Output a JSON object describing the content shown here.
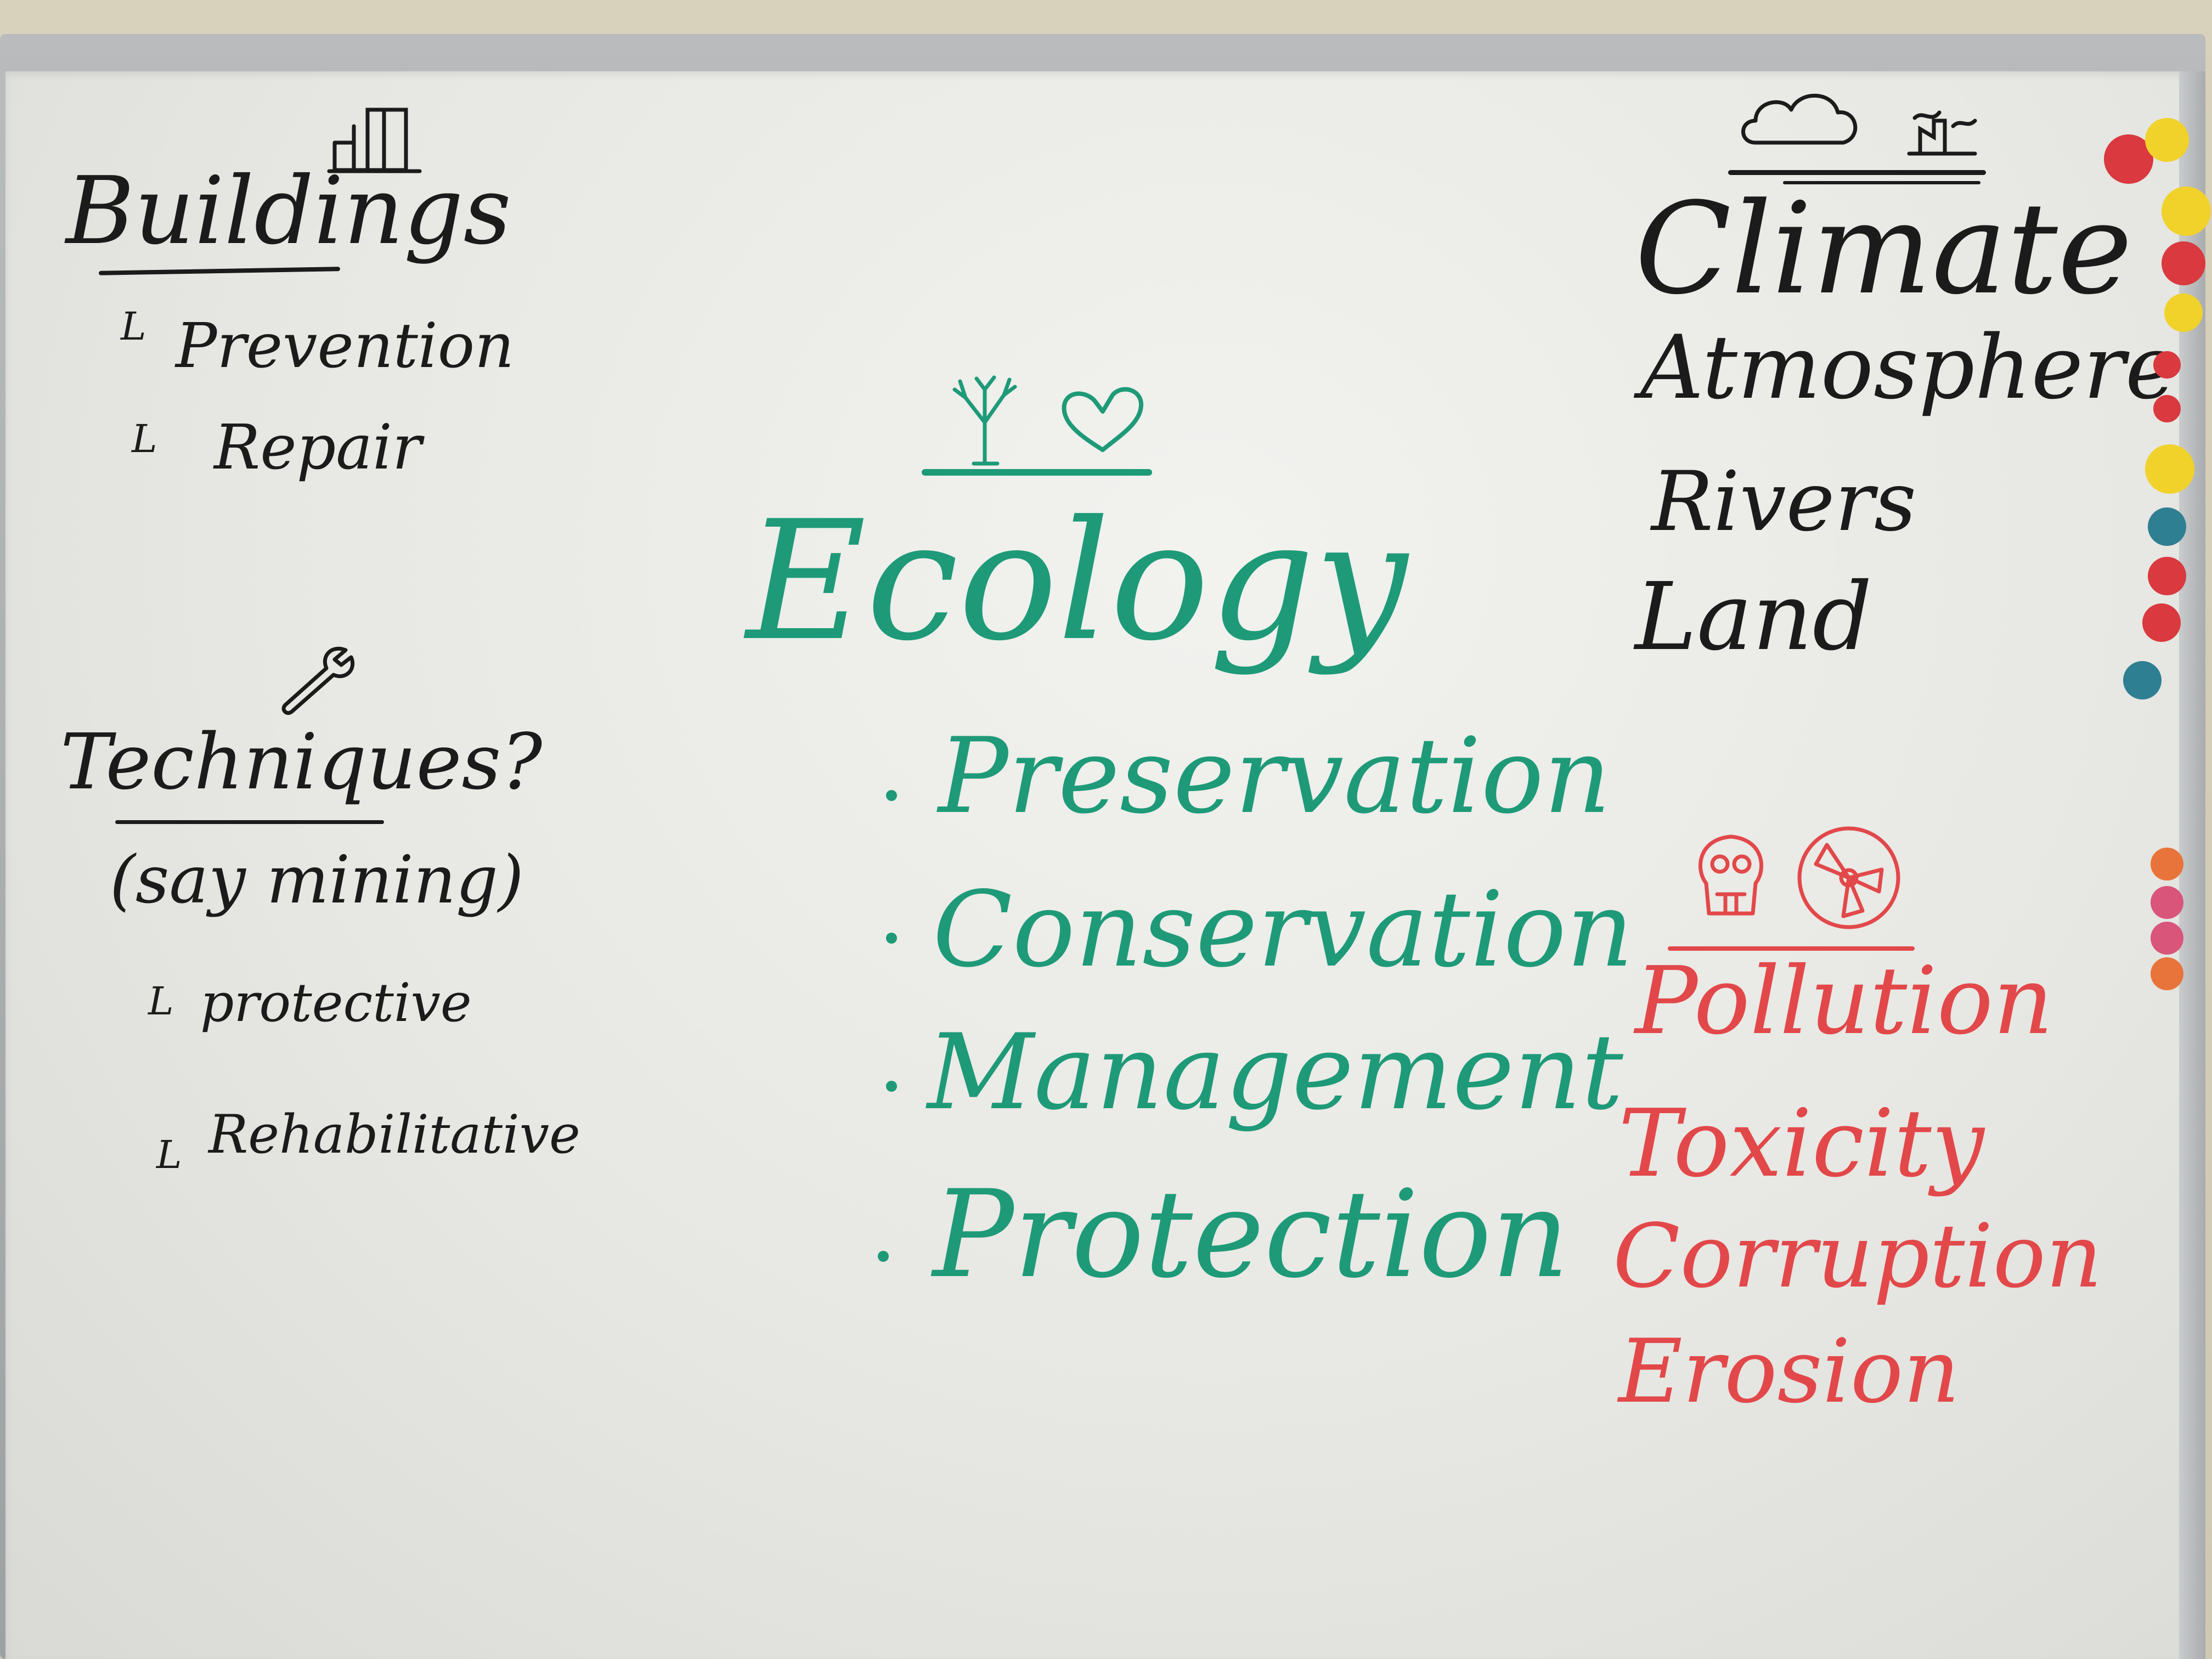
{
  "whiteboard": {
    "left": {
      "heading": "Buildings",
      "items": [
        "Prevention",
        "Repair"
      ],
      "question": "Techniques?",
      "note": "(say mining)",
      "sub_items": [
        "protective",
        "Rehabilitative"
      ]
    },
    "center": {
      "heading": "Ecology",
      "items": [
        "Preservation",
        "Conservation",
        "Management",
        "Protection"
      ]
    },
    "right": {
      "climate_heading": "Climate",
      "climate_items": [
        "Atmosphere",
        "Rivers",
        "Land"
      ],
      "pollution_heading": "Pollution",
      "pollution_items": [
        "Toxicity",
        "Corruption",
        "Erosion"
      ]
    }
  },
  "magnets": {
    "top_group": [
      "red",
      "yellow",
      "yellow",
      "red",
      "yellow",
      "red",
      "red",
      "yellow",
      "blue",
      "red",
      "red",
      "blue"
    ],
    "bottom_group": [
      "orange",
      "pink",
      "pink",
      "orange"
    ]
  },
  "colors": {
    "black_marker": "#1b1b1b",
    "green_marker": "#1e9a78",
    "red_marker": "#e2484a",
    "magnet_red": "#d9393f",
    "magnet_yellow": "#f1d22a",
    "magnet_blue": "#2f7f93",
    "magnet_pink": "#d9557a",
    "magnet_orange": "#e9743b"
  }
}
